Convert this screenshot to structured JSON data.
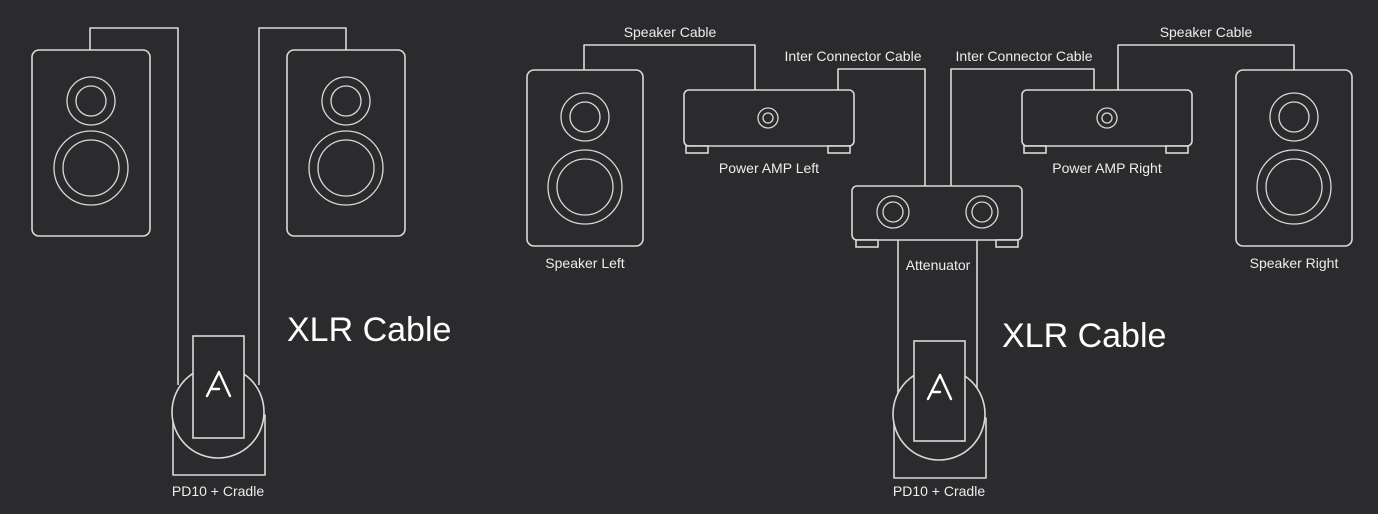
{
  "left_setup": {
    "cable_label": "XLR Cable",
    "device_label": "PD10 + Cradle"
  },
  "right_setup": {
    "speaker_left_label": "Speaker Left",
    "speaker_right_label": "Speaker Right",
    "amp_left_label": "Power AMP Left",
    "amp_right_label": "Power AMP Right",
    "attenuator_label": "Attenuator",
    "speaker_cable_left_label": "Speaker Cable",
    "speaker_cable_right_label": "Speaker Cable",
    "inter_connector_left_label": "Inter Connector Cable",
    "inter_connector_right_label": "Inter Connector Cable",
    "cable_label": "XLR Cable",
    "device_label": "PD10 + Cradle"
  }
}
